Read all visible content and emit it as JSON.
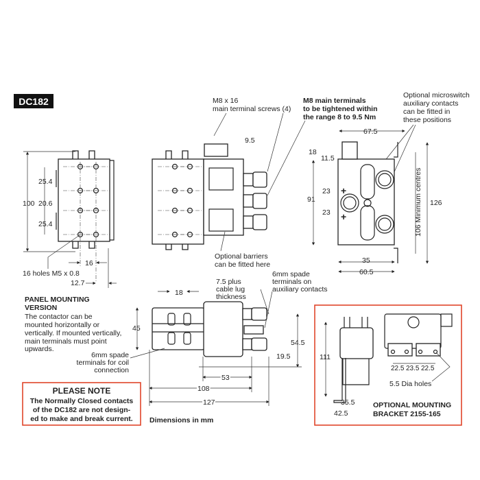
{
  "title": {
    "model": "DC182"
  },
  "callouts": {
    "screws": [
      "M8 x 16",
      "main terminal screws (4)"
    ],
    "torque": [
      "M8 main terminals",
      "to be tightened within",
      "the range 8 to 9.5 Nm"
    ],
    "microswitch": [
      "Optional microswitch",
      "auxiliary contacts",
      "can be fitted in",
      "these positions"
    ],
    "barriers": [
      "Optional barriers",
      "can be fitted here"
    ],
    "holes": "16 holes M5 x 0.8",
    "lug": [
      "7.5 plus",
      "cable lug",
      "thickness"
    ],
    "aux_spade": [
      "6mm spade",
      "terminals on",
      "auxiliary contacts"
    ],
    "coil_spade": [
      "6mm spade",
      "terminals for coil",
      "connection"
    ]
  },
  "dimensions": {
    "panel": {
      "height": "100",
      "pitch_a": "25.4",
      "pitch_b": "20.6",
      "pitch_c": "25.4",
      "hole_spacing": "16",
      "offset": "12.7"
    },
    "side": {
      "terminal": "9.5"
    },
    "end": {
      "width_top": "67.5",
      "top_a": "18",
      "top_b": "11.5",
      "height": "91",
      "upper": "23",
      "lower": "23",
      "hole_span": "35",
      "width": "60.5",
      "overall": "126",
      "centres": "106 Minimum centres"
    },
    "plan": {
      "spade": "18",
      "height": "45",
      "terminal_height": "54.5",
      "aux_offset": "19.5",
      "coil": "53",
      "body": "108",
      "overall": "127"
    }
  },
  "panel_mounting": {
    "heading": [
      "PANEL MOUNTING",
      "VERSION"
    ],
    "body": [
      "The contactor can be",
      "mounted horizontally or",
      "vertically. If mounted vertically,",
      "main terminals must point",
      "upwards."
    ]
  },
  "note": {
    "heading": "PLEASE NOTE",
    "lines": [
      "The Normally Closed contacts",
      "of the DC182 are not design-",
      "ed to make and break current."
    ]
  },
  "units": "Dimensions in mm",
  "bracket": {
    "height": "111",
    "offset_a": "35.5",
    "offset_b": "42.5",
    "spacing": [
      "22.5",
      "23.5",
      "22.5"
    ],
    "holes": "5.5 Dia holes",
    "heading": [
      "OPTIONAL MOUNTING",
      "BRACKET 2155-165"
    ]
  },
  "colors": {
    "ink": "#222222",
    "note_border": "#e0452a",
    "badge": "#111111"
  }
}
